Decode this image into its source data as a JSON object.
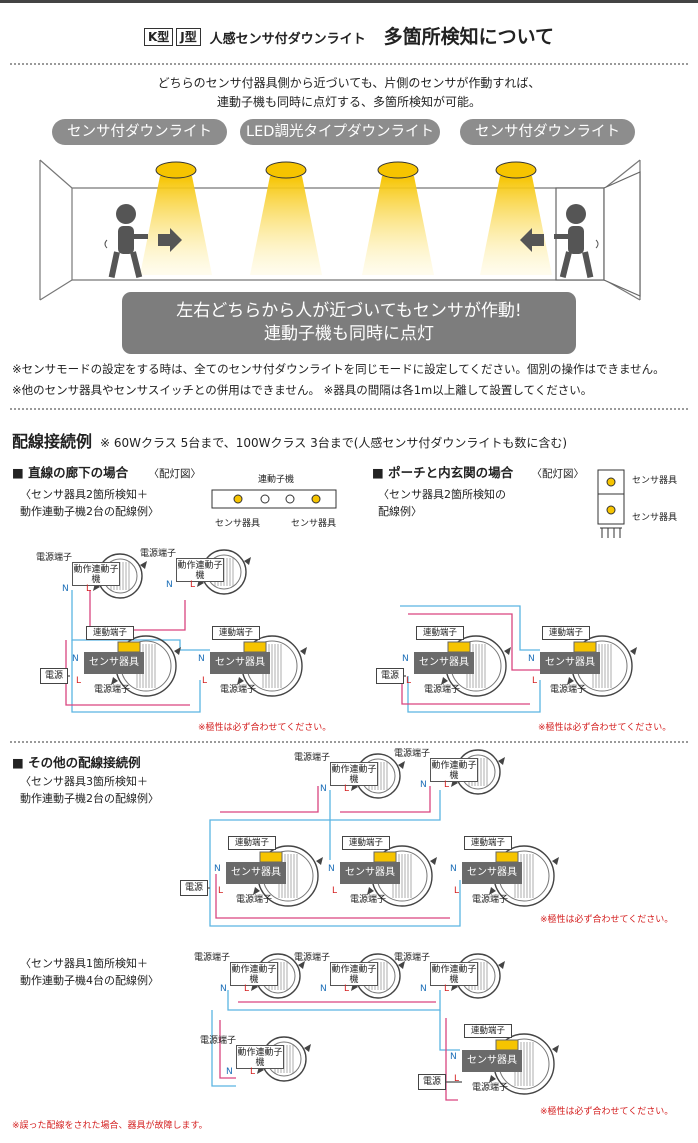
{
  "header": {
    "type_k": "K型",
    "type_j": "J型",
    "main": "人感センサ付ダウンライト",
    "sub": "多箇所検知について"
  },
  "intro": {
    "line1": "どちらのセンサ付器具側から近づいても、片側のセンサが作動すれば、",
    "line2": "連動子機も同時に点灯する、多箇所検知が可能。"
  },
  "labels": {
    "left": "センサ付ダウンライト",
    "center": "LED調光タイプダウンライト",
    "right": "センサ付ダウンライト"
  },
  "banner": {
    "line1": "左右どちらから人が近づいてもセンサが作動!",
    "line2": "連動子機も同時に点灯"
  },
  "notes": {
    "n1": "※センサモードの設定をする時は、全てのセンサ付ダウンライトを同じモードに設定してください。個別の操作はできません。",
    "n2": "※他のセンサ器具やセンサスイッチとの併用はできません。 ※器具の間隔は各1m以上離して設置してください。"
  },
  "wiring": {
    "title": "配線接続例",
    "note": "※ 60Wクラス 5台まで、100Wクラス 3台まで(人感センサ付ダウンライトも数に含む)",
    "case1_title": "■ 直線の廊下の場合",
    "case1_layout": "〈配灯図〉",
    "case1_cap1": "〈センサ器具2箇所検知＋",
    "case1_cap2": "動作連動子機2台の配線例〉",
    "case2_title": "■ ポーチと内玄関の場合",
    "case2_layout": "〈配灯図〉",
    "case2_cap1": "〈センサ器具2箇所検知の",
    "case2_cap2": "配線例〉",
    "other_title": "■ その他の配線接続例",
    "other_cap1": "〈センサ器具3箇所検知＋",
    "other_cap2": "動作連動子機2台の配線例〉",
    "other2_cap1": "〈センサ器具1箇所検知＋",
    "other2_cap2": "動作連動子機4台の配線例〉"
  },
  "terms": {
    "power_terminal": "電源端子",
    "link_terminal": "連動端子",
    "sensor": "センサ器具",
    "slave": "動作連動子機",
    "slave_short": "連動子機",
    "power": "電源",
    "n": "N",
    "l": "L"
  },
  "polarity": "※極性は必ず合わせてください。",
  "bottom_note": "※誤った配線をされた場合、器具が故障します。",
  "colors": {
    "cable_blue": "#5ab5e2",
    "cable_pink": "#d9457f",
    "light_yellow": "#f6c400",
    "sensor_gray": "#6a6a6a",
    "warning_red": "#d42020"
  }
}
